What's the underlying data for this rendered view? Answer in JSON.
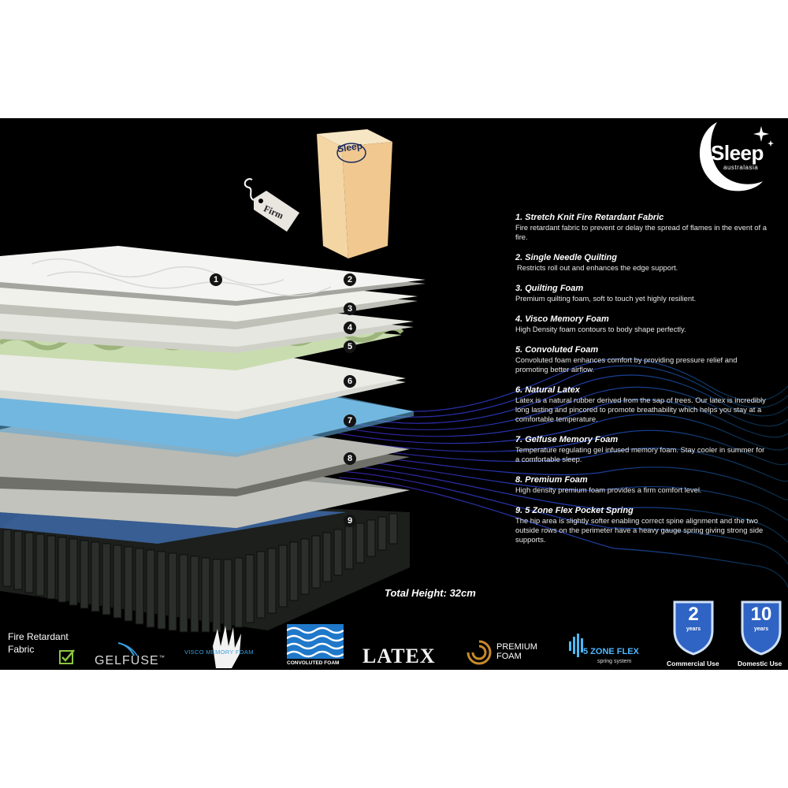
{
  "brand": {
    "name": "Sleep",
    "sub": "australasia"
  },
  "features": [
    {
      "title": "1. Stretch Knit Fire Retardant Fabric",
      "desc": "Fire retardant fabric to prevent or delay the spread of flames in the event of a fire."
    },
    {
      "title": "2. Single Needle Quilting",
      "desc": "Restricts roll out and enhances the edge support."
    },
    {
      "title": "3. Quilting Foam",
      "desc": "Premium quilting foam, soft to touch yet highly resilient."
    },
    {
      "title": "4. Visco Memory Foam",
      "desc": "High Density foam contours to body shape perfectly."
    },
    {
      "title": "5. Convoluted Foam",
      "desc": "Convoluted foam enhances comfort by providing pressure relief and promoting better airflow."
    },
    {
      "title": "6. Natural Latex",
      "desc": "Latex is a natural rubber derived from the sap of trees. Our latex is incredibly long lasting and pincored to promote breathability which helps you stay at a comfortable temperature."
    },
    {
      "title": "7. Gelfuse Memory Foam",
      "desc": "Temperature regulating gel infused memory foam. Stay cooler in summer for a comfortable sleep."
    },
    {
      "title": "8. Premium Foam",
      "desc": "High density premium foam provides a firm comfort level."
    },
    {
      "title": "9. 5 Zone Flex Pocket Spring",
      "desc": "The hip area is slightly softer enabling correct spine alignment and the two outside rows on the perimeter have a heavy gauge spring giving strong side supports."
    }
  ],
  "layer_numbers": [
    "1",
    "2",
    "3",
    "4",
    "5",
    "6",
    "7",
    "8",
    "9"
  ],
  "total_height": "Total Height: 32cm",
  "tag_label": "Firm",
  "box_label": "Sleep",
  "badges": {
    "fire": "Fire Retardant Fabric",
    "gelfuse": "GELFUSE",
    "gelfuse_tm": "™",
    "visco": "VISCO MEMORY FOAM",
    "convoluted": "CONVOLUTED FOAM",
    "latex": "LATEX",
    "premium_line1": "PREMIUM",
    "premium_line2": "FOAM",
    "zone": "5 ZONE FLEX",
    "zone_sub": "spring system",
    "commercial_years": "2",
    "commercial_years_label": "years",
    "commercial_caption": "Commercial Use",
    "domestic_years": "10",
    "domestic_years_label": "years",
    "domestic_caption": "Domestic Use"
  },
  "colors": {
    "background": "#000000",
    "gel_layer": "#8fcdf0",
    "convoluted_layer": "#c9dcb0",
    "wave": "#2a3fd6",
    "shield": "#2f63c4"
  }
}
